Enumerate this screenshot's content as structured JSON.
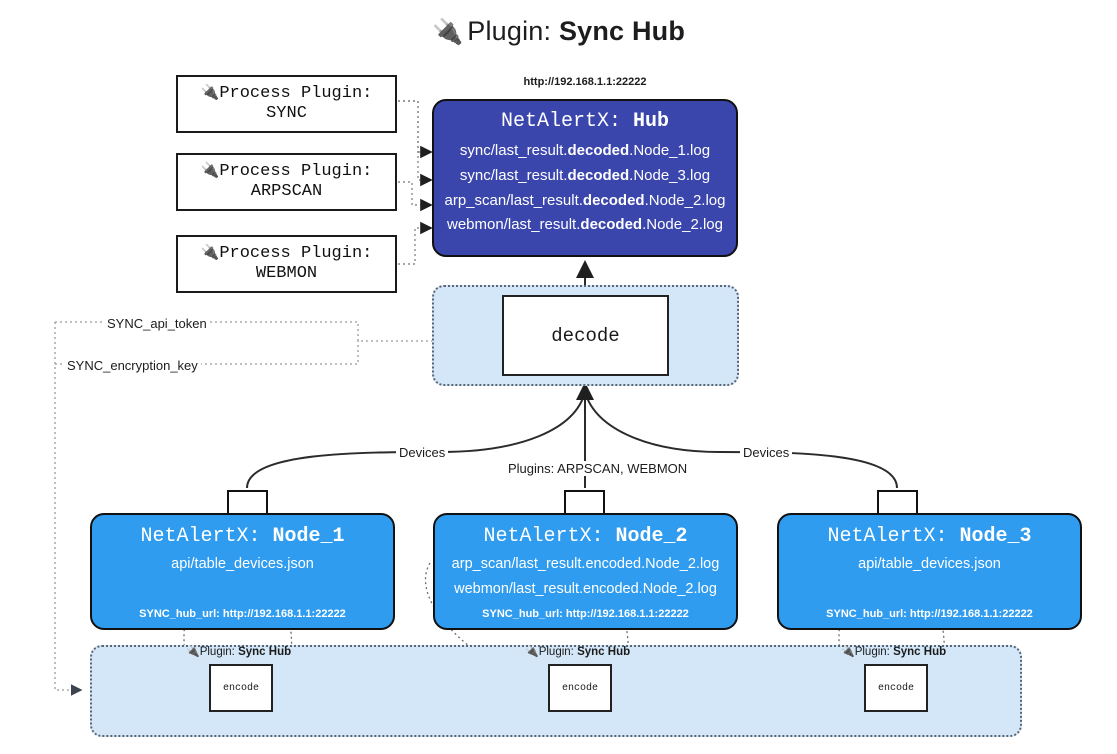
{
  "title": {
    "icon": "plug-icon",
    "glyph": "🔌",
    "label": "Plugin:",
    "value": "Sync Hub"
  },
  "process_plugins": [
    {
      "icon": "plug-icon",
      "glyph": "🔌",
      "label": "Process Plugin:",
      "name": "SYNC"
    },
    {
      "icon": "plug-icon",
      "glyph": "🔌",
      "label": "Process Plugin:",
      "name": "ARPSCAN"
    },
    {
      "icon": "plug-icon",
      "glyph": "🔌",
      "label": "Process Plugin:",
      "name": "WEBMON"
    }
  ],
  "hub": {
    "url": "http://192.168.1.1:22222",
    "app": "NetAlertX:",
    "name": "Hub",
    "color": "#3b46ad",
    "files": [
      {
        "pre": "sync/last_result.",
        "em": "decoded",
        "post": ".Node_1.log"
      },
      {
        "pre": "sync/last_result.",
        "em": "decoded",
        "post": ".Node_3.log"
      },
      {
        "pre": "arp_scan/last_result.",
        "em": "decoded",
        "post": ".Node_2.log"
      },
      {
        "pre": "webmon/last_result.",
        "em": "decoded",
        "post": ".Node_2.log"
      }
    ]
  },
  "decode": {
    "label": "decode",
    "container_color": "#d4e7f8"
  },
  "edge_labels": {
    "api_token": "SYNC_api_token",
    "encryption_key": "SYNC_encryption_key",
    "devices_left": "Devices",
    "devices_right": "Devices",
    "plugins": "Plugins: ARPSCAN, WEBMON"
  },
  "nodes": [
    {
      "app": "NetAlertX:",
      "name": "Node_1",
      "color": "#2f9cf0",
      "files": [
        "api/table_devices.json"
      ],
      "footer": "SYNC_hub_url: http://192.168.1.1:22222",
      "mail_icon": "envelope-icon"
    },
    {
      "app": "NetAlertX:",
      "name": "Node_2",
      "color": "#2f9cf0",
      "files": [
        "arp_scan/last_result.encoded.Node_2.log",
        "webmon/last_result.encoded.Node_2.log"
      ],
      "footer": "SYNC_hub_url: http://192.168.1.1:22222",
      "mail_icon": "envelope-icon"
    },
    {
      "app": "NetAlertX:",
      "name": "Node_3",
      "color": "#2f9cf0",
      "files": [
        "api/table_devices.json"
      ],
      "footer": "SYNC_hub_url: http://192.168.1.1:22222",
      "mail_icon": "envelope-icon"
    }
  ],
  "encoders": [
    {
      "caption_icon": "plug-icon",
      "caption_glyph": "🔌",
      "caption_label": "Plugin:",
      "caption_value": "Sync Hub",
      "label": "encode"
    },
    {
      "caption_icon": "plug-icon",
      "caption_glyph": "🔌",
      "caption_label": "Plugin:",
      "caption_value": "Sync Hub",
      "label": "encode"
    },
    {
      "caption_icon": "plug-icon",
      "caption_glyph": "🔌",
      "caption_label": "Plugin:",
      "caption_value": "Sync Hub",
      "label": "encode"
    }
  ]
}
